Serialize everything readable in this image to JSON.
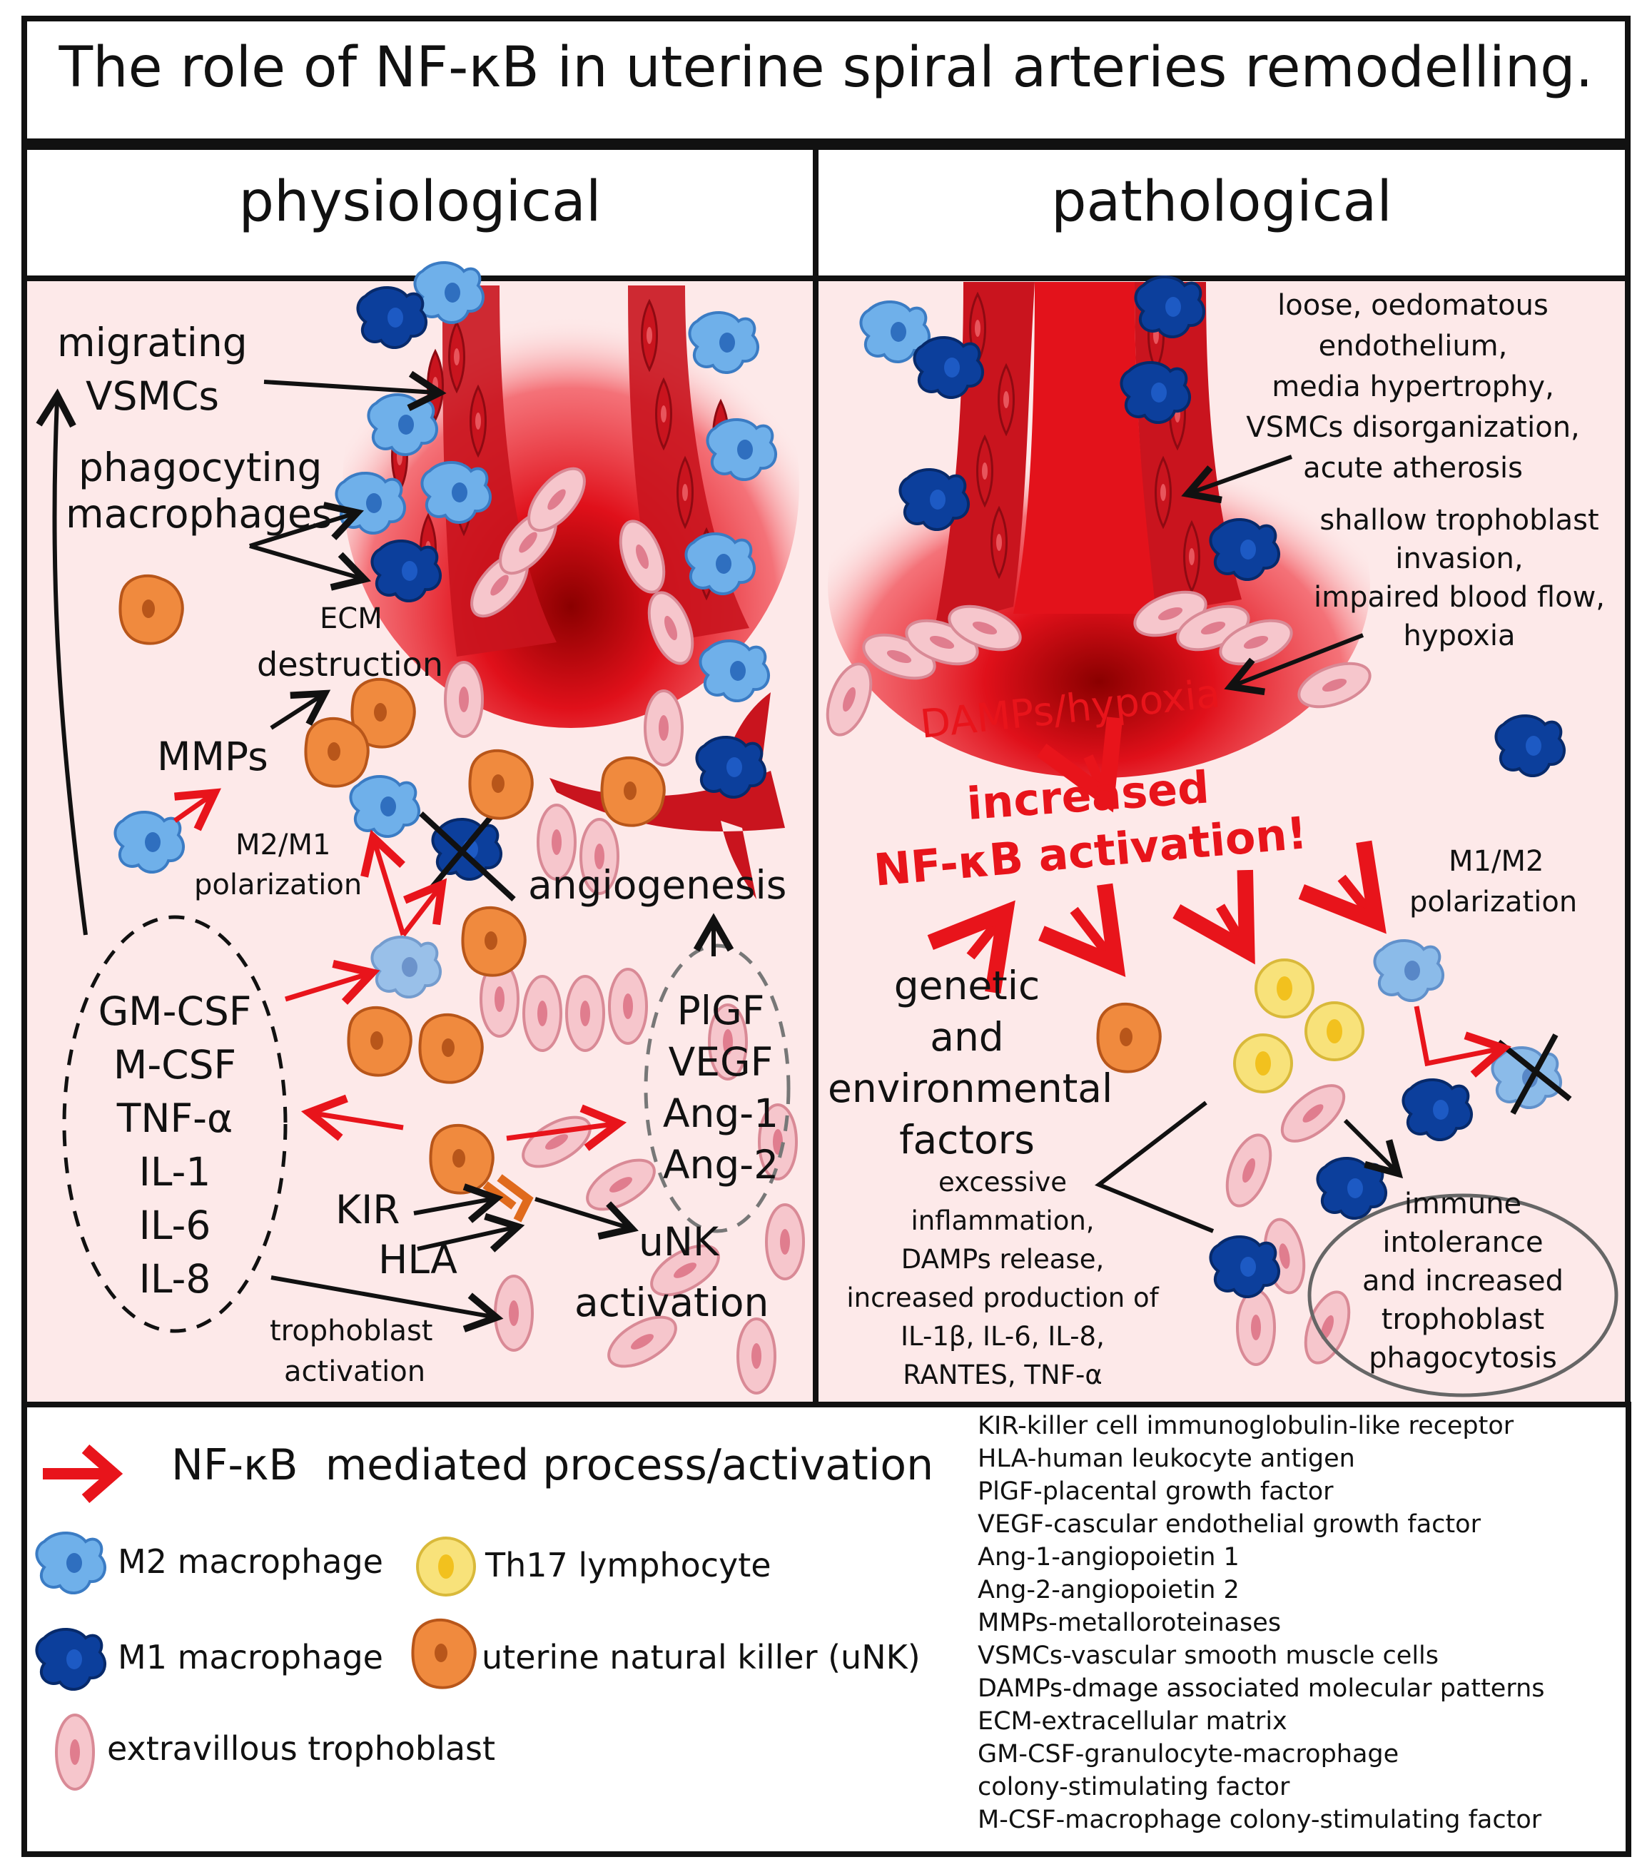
{
  "title": "The role of NF-κB in uterine spiral arteries remodelling.",
  "panels": {
    "physiological": {
      "heading": "physiological",
      "labels": {
        "migrating": "migrating",
        "vsmcs": "VSMCs",
        "phagocyting": "phagocyting",
        "macrophages": "macrophages",
        "ecm": "ECM",
        "destruction": "destruction",
        "mmps": "MMPs",
        "m2m1": "M2/M1",
        "polarization": "polarization",
        "angiogenesis": "angiogenesis",
        "cytokines": [
          "GM-CSF",
          "M-CSF",
          "TNF-α",
          "IL-1",
          "IL-6",
          "IL-8"
        ],
        "factors": [
          "PlGF",
          "VEGF",
          "Ang-1",
          "Ang-2"
        ],
        "kir": "KIR",
        "hla": "HLA",
        "unk": "uNK",
        "activation": "activation",
        "trophoblast": "trophoblast",
        "troph_activation": "activation"
      }
    },
    "pathological": {
      "heading": "pathological",
      "labels": {
        "endothelium": [
          "loose, oedomatous",
          "endothelium,",
          "media hypertrophy,",
          "VSMCs disorganization,",
          "acute atherosis"
        ],
        "shallow": [
          "shallow trophoblast",
          "invasion,",
          "impaired blood flow,",
          "hypoxia"
        ],
        "damps": "DAMPs/hypoxia",
        "increased": "increased",
        "nfkb": "NF-κB activation!",
        "m1m2": "M1/M2",
        "polarization": "polarization",
        "genetic": [
          "genetic",
          "and",
          "environmental",
          "factors"
        ],
        "inflammation": [
          "excessive",
          "inflammation,",
          "DAMPs release,",
          "increased production of",
          "IL-1β, IL-6, IL-8,",
          "RANTES, TNF-α"
        ],
        "immune": [
          "immune",
          "intolerance",
          "and increased",
          "trophoblast",
          "phagocytosis"
        ]
      }
    }
  },
  "legend": {
    "arrow_label": "NF-κB  mediated process/activation",
    "items": {
      "m2": "M2 macrophage",
      "m1": "M1 macrophage",
      "evt": "extravillous trophoblast",
      "th17": "Th17 lymphocyte",
      "unk": "uterine natural killer (uNK)"
    },
    "abbreviations": [
      "KIR-killer cell immunoglobulin-like receptor",
      "HLA-human leukocyte antigen",
      "PlGF-placental growth factor",
      "VEGF-cascular endothelial growth factor",
      "Ang-1-angiopoietin 1",
      "Ang-2-angiopoietin 2",
      "MMPs-metalloroteinases",
      "VSMCs-vascular smooth muscle cells",
      "DAMPs-dmage associated molecular patterns",
      "ECM-extracellular matrix",
      "GM-CSF-granulocyte-macrophage",
      "colony-stimulating factor",
      "M-CSF-macrophage colony-stimulating factor"
    ]
  },
  "colors": {
    "red": "#e8141b",
    "m2_blue": "#6fb0ea",
    "m1_blue": "#0c3f9c",
    "unk_orange": "#f08a3e",
    "th17_yellow": "#f8e27a",
    "evt_pink": "#f6c6cc",
    "panel_bg": "#fde9e9"
  }
}
